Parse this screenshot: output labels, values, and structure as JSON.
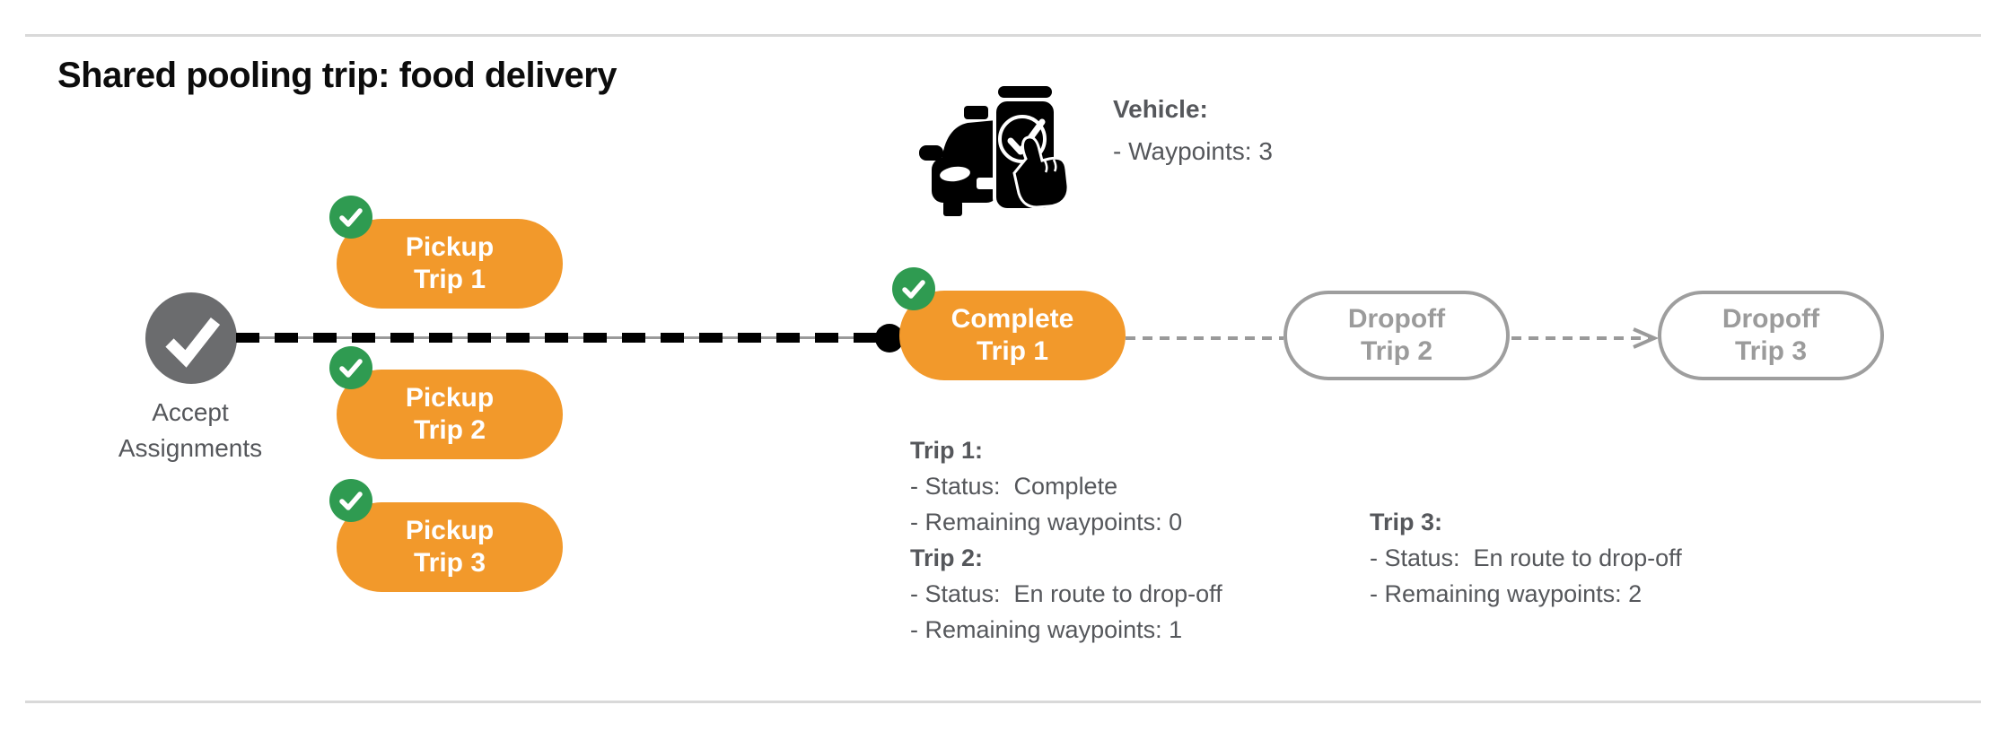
{
  "title": "Shared pooling trip: food delivery",
  "vehicle": {
    "label": "Vehicle:",
    "waypoints_line": "- Waypoints: 3"
  },
  "flow": {
    "start": {
      "line1": "Accept",
      "line2": "Assignments"
    },
    "pickups": [
      {
        "line1": "Pickup",
        "line2": "Trip 1"
      },
      {
        "line1": "Pickup",
        "line2": "Trip 2"
      },
      {
        "line1": "Pickup",
        "line2": "Trip 3"
      }
    ],
    "complete": {
      "line1": "Complete",
      "line2": "Trip 1"
    },
    "dropoffs": [
      {
        "line1": "Dropoff",
        "line2": "Trip 2"
      },
      {
        "line1": "Dropoff",
        "line2": "Trip 3"
      }
    ]
  },
  "trip_status": {
    "left": [
      {
        "heading": "Trip 1:",
        "lines": [
          "- Status:  Complete",
          "- Remaining waypoints: 0"
        ]
      },
      {
        "heading": "Trip 2:",
        "lines": [
          "- Status:  En route to drop-off",
          "- Remaining waypoints: 1"
        ]
      }
    ],
    "right": [
      {
        "heading": "Trip 3:",
        "lines": [
          "- Status:  En route to drop-off",
          "- Remaining waypoints: 2"
        ]
      }
    ]
  },
  "icons": {
    "vehicle": "car-phone-check-icon",
    "start": "check-circle-icon",
    "badge": "green-check-badge-icon",
    "arrow": "dashed-arrow-icon"
  },
  "colors": {
    "accent_orange": "#F2992B",
    "badge_green": "#2F9B51",
    "start_gray": "#6B6C6E",
    "text_gray": "#55575b",
    "ghost_gray": "#9b9b9b",
    "line_black": "#000000",
    "rule_gray": "#d9d9d9"
  }
}
